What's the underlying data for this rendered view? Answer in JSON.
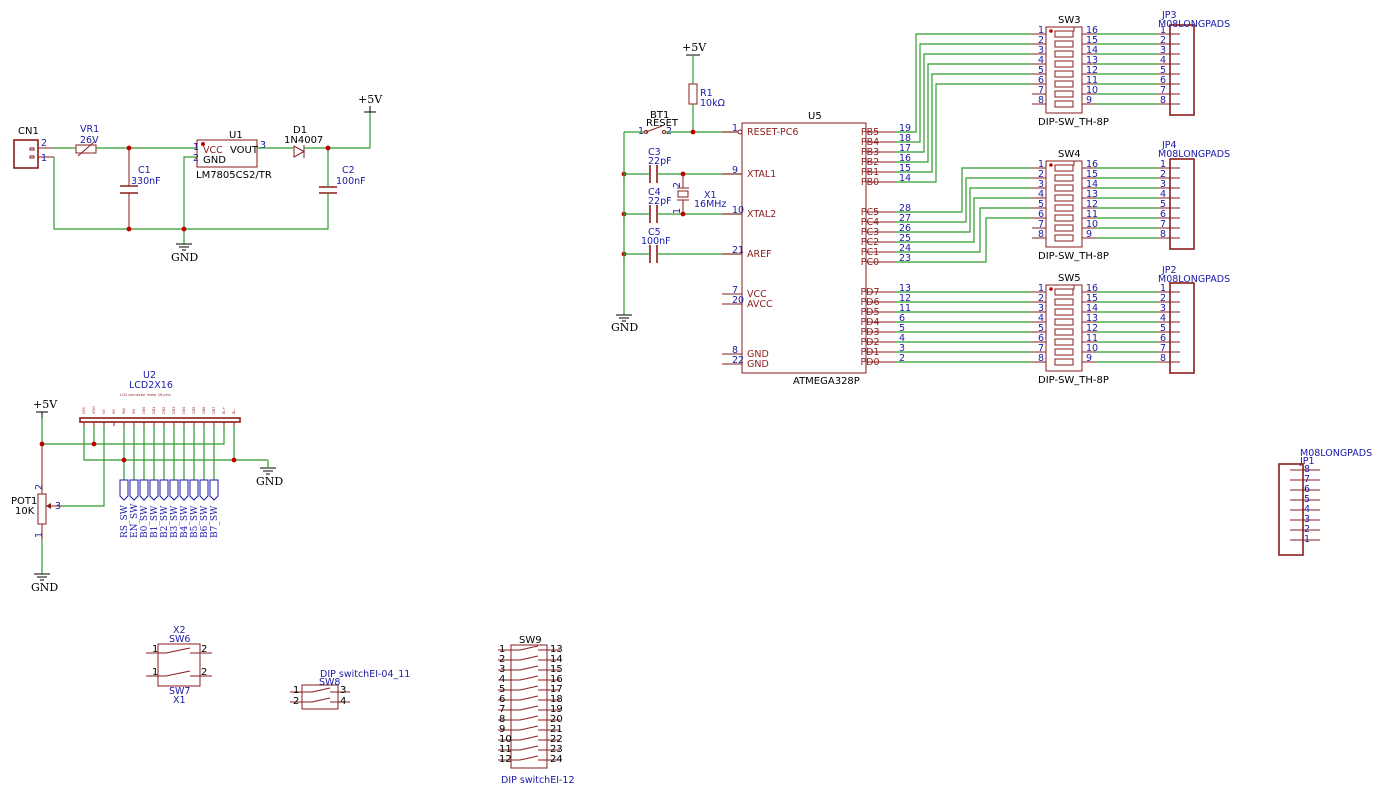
{
  "power": {
    "v5": "+5V",
    "gnd": "GND"
  },
  "cn1": {
    "ref": "CN1",
    "p2": "2",
    "p1": "1"
  },
  "vr1": {
    "ref": "VR1",
    "value": "26V"
  },
  "c1": {
    "ref": "C1",
    "value": "330nF"
  },
  "u1": {
    "ref": "U1",
    "vcc": "VCC",
    "gnd": "GND",
    "vout": "VOUT",
    "part": "LM7805CS2/TR",
    "p1": "1",
    "p2": "2",
    "p3": "3"
  },
  "d1": {
    "ref": "D1",
    "value": "1N4007"
  },
  "c2": {
    "ref": "C2",
    "value": "100nF"
  },
  "r1": {
    "ref": "R1",
    "value": "10kΩ"
  },
  "bt1": {
    "ref": "BT1",
    "value": "RESET",
    "p1": "1",
    "p2": "2"
  },
  "c3": {
    "ref": "C3",
    "value": "22pF"
  },
  "c4": {
    "ref": "C4",
    "value": "22pF"
  },
  "c5": {
    "ref": "C5",
    "value": "100nF"
  },
  "x1": {
    "ref": "X1",
    "value": "16MHz",
    "p1": "1",
    "p2": "2"
  },
  "u5": {
    "ref": "U5",
    "part": "ATMEGA328P",
    "left_pins": [
      {
        "num": "1",
        "name": "RESET-PC6"
      },
      {
        "num": "9",
        "name": "XTAL1"
      },
      {
        "num": "10",
        "name": "XTAL2"
      },
      {
        "num": "21",
        "name": "AREF"
      },
      {
        "num": "7",
        "name": "VCC"
      },
      {
        "num": "20",
        "name": "AVCC"
      },
      {
        "num": "8",
        "name": "GND"
      },
      {
        "num": "22",
        "name": "GND"
      }
    ],
    "right_pins": [
      {
        "num": "19",
        "name": "PB5"
      },
      {
        "num": "18",
        "name": "PB4"
      },
      {
        "num": "17",
        "name": "PB3"
      },
      {
        "num": "16",
        "name": "PB2"
      },
      {
        "num": "15",
        "name": "PB1"
      },
      {
        "num": "14",
        "name": "PB0"
      },
      {
        "num": "28",
        "name": "PC5"
      },
      {
        "num": "27",
        "name": "PC4"
      },
      {
        "num": "26",
        "name": "PC3"
      },
      {
        "num": "25",
        "name": "PC2"
      },
      {
        "num": "24",
        "name": "PC1"
      },
      {
        "num": "23",
        "name": "PC0"
      },
      {
        "num": "13",
        "name": "PD7"
      },
      {
        "num": "12",
        "name": "PD6"
      },
      {
        "num": "11",
        "name": "PD5"
      },
      {
        "num": "6",
        "name": "PD4"
      },
      {
        "num": "5",
        "name": "PD3"
      },
      {
        "num": "4",
        "name": "PD2"
      },
      {
        "num": "3",
        "name": "PD1"
      },
      {
        "num": "2",
        "name": "PD0"
      }
    ]
  },
  "dip8": {
    "left_nums": [
      "1",
      "2",
      "3",
      "4",
      "5",
      "6",
      "7",
      "8"
    ],
    "right_nums": [
      "16",
      "15",
      "14",
      "13",
      "12",
      "11",
      "10",
      "9"
    ],
    "part": "DIP-SW_TH-8P"
  },
  "sw3": {
    "ref": "SW3"
  },
  "sw4": {
    "ref": "SW4"
  },
  "sw5": {
    "ref": "SW5"
  },
  "jp_part": "M08LONGPADS",
  "jp3": {
    "ref": "JP3"
  },
  "jp4": {
    "ref": "JP4"
  },
  "jp2": {
    "ref": "JP2"
  },
  "jp1": {
    "ref": "JP1",
    "pins": [
      "8",
      "7",
      "6",
      "5",
      "4",
      "3",
      "2",
      "1"
    ]
  },
  "jp_nums": [
    "1",
    "2",
    "3",
    "4",
    "5",
    "6",
    "7",
    "8"
  ],
  "u2": {
    "ref": "U2",
    "part": "LCD2X16",
    "sub": "LCD connector linear 16 pins",
    "pin_labels": [
      "VSS",
      "VDD",
      "V0",
      "RS",
      "RW",
      "EN",
      "DB0",
      "DB1",
      "DB2",
      "DB3",
      "DB4",
      "DB5",
      "DB6",
      "DB7",
      "BL+",
      "BL-"
    ],
    "buses": [
      "RS_SW",
      "EN_SW",
      "B0_SW",
      "B1_SW",
      "B2_SW",
      "B3_SW",
      "B4_SW",
      "B5_SW",
      "B6_SW",
      "B7_SW"
    ]
  },
  "pot1": {
    "ref": "POT1",
    "value": "10K",
    "p1": "1",
    "p2": "2",
    "p3": "3"
  },
  "x2": {
    "ref": "X2"
  },
  "sw6": {
    "ref": "SW6",
    "p1": "1",
    "p2": "2"
  },
  "sw7": {
    "ref": "SW7",
    "p1": "1",
    "p2": "2",
    "sub": "X1"
  },
  "sw8": {
    "ref": "SW8",
    "part": "DIP switchEI-04_11",
    "l": [
      "1",
      "2"
    ],
    "r": [
      "3",
      "4"
    ]
  },
  "sw9": {
    "ref": "SW9",
    "part": "DIP switchEI-12",
    "left": [
      "1",
      "2",
      "3",
      "4",
      "5",
      "6",
      "7",
      "8",
      "9",
      "10",
      "11",
      "12"
    ],
    "right": [
      "13",
      "14",
      "15",
      "16",
      "17",
      "18",
      "19",
      "20",
      "21",
      "22",
      "23",
      "24"
    ]
  }
}
